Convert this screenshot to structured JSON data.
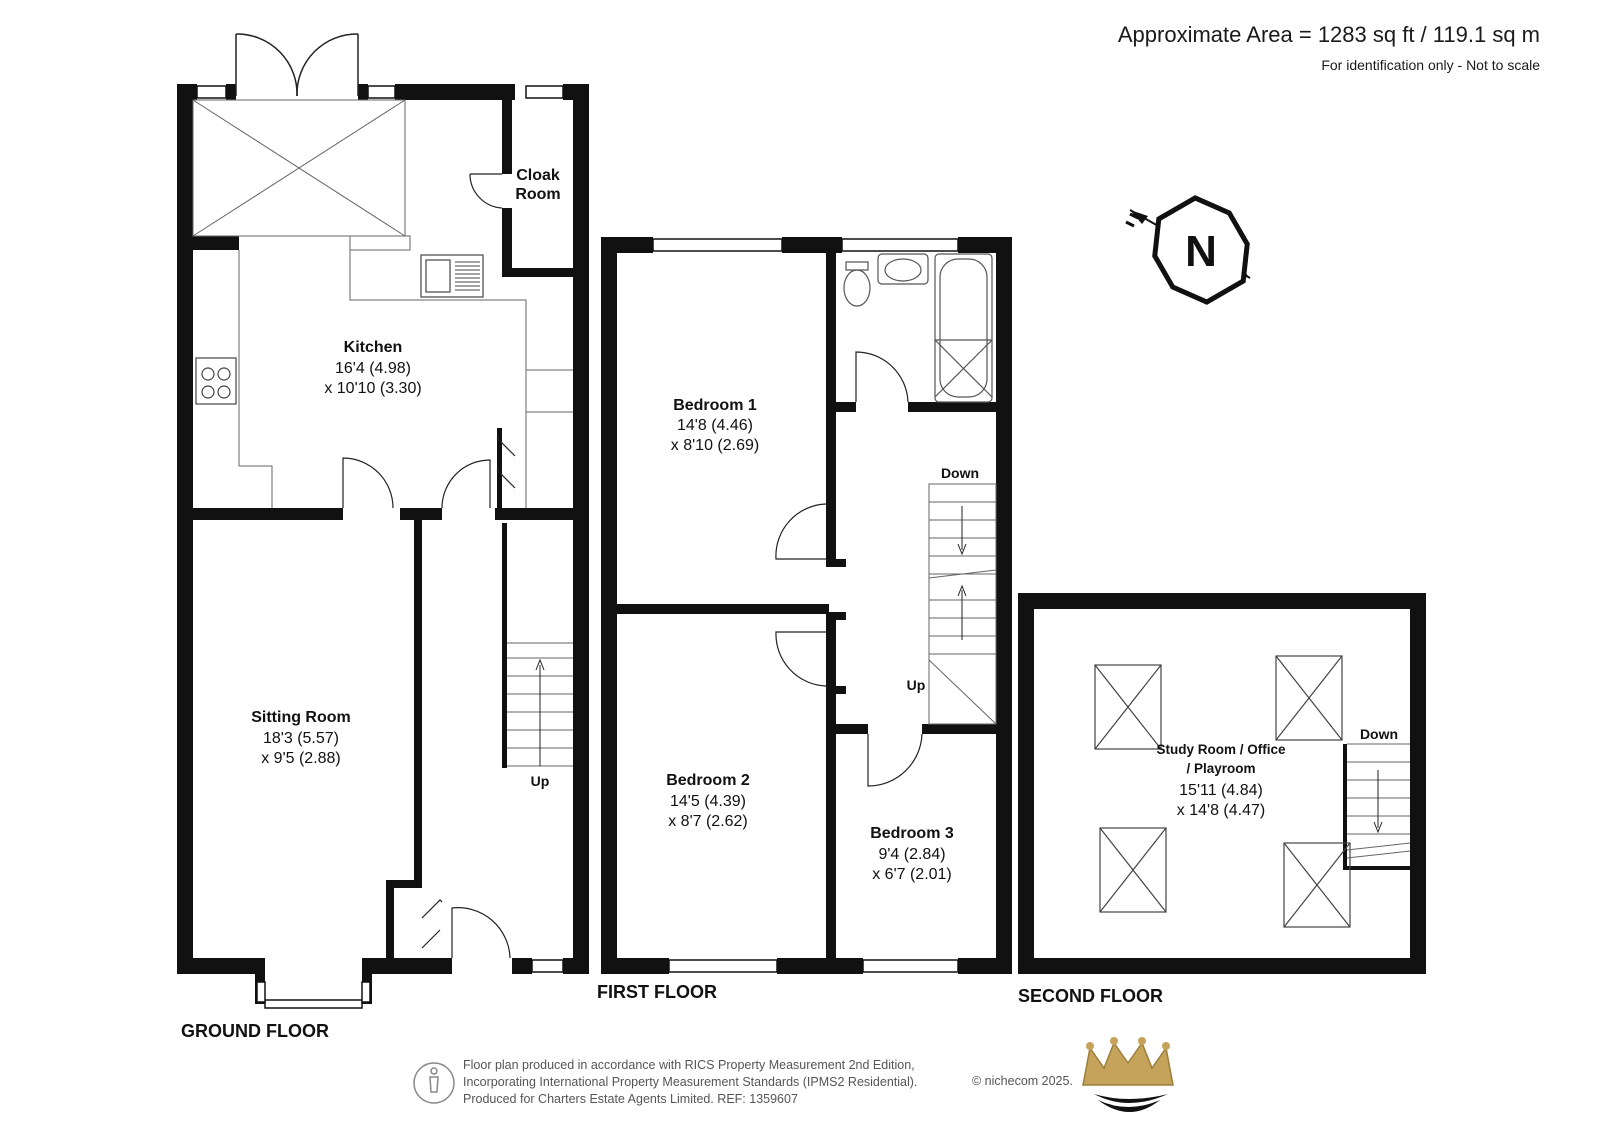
{
  "header": {
    "approx_area": "Approximate Area = 1283 sq ft / 119.1 sq m",
    "note": "For identification only - Not to scale"
  },
  "compass": {
    "letter": "N"
  },
  "floors": {
    "ground": "GROUND FLOOR",
    "first": "FIRST FLOOR",
    "second": "SECOND FLOOR"
  },
  "rooms": {
    "kitchen": {
      "name": "Kitchen",
      "dim1": "16'4 (4.98)",
      "dim2": "x 10'10 (3.30)"
    },
    "cloak": {
      "line1": "Cloak",
      "line2": "Room"
    },
    "sitting": {
      "name": "Sitting Room",
      "dim1": "18'3 (5.57)",
      "dim2": "x 9'5 (2.88)"
    },
    "bed1": {
      "name": "Bedroom 1",
      "dim1": "14'8 (4.46)",
      "dim2": "x 8'10 (2.69)"
    },
    "bed2": {
      "name": "Bedroom 2",
      "dim1": "14'5 (4.39)",
      "dim2": "x 8'7 (2.62)"
    },
    "bed3": {
      "name": "Bedroom 3",
      "dim1": "9'4 (2.84)",
      "dim2": "x 6'7 (2.01)"
    },
    "study": {
      "line1": "Study Room / Office",
      "line2": "/ Playroom",
      "dim1": "15'11 (4.84)",
      "dim2": "x 14'8 (4.47)"
    }
  },
  "stairs": {
    "up": "Up",
    "down": "Down"
  },
  "footer": {
    "line1": "Floor plan produced in accordance with RICS Property Measurement 2nd Edition,",
    "line2": "Incorporating International Property Measurement Standards (IPMS2 Residential).",
    "line3": "Produced for Charters Estate Agents Limited.   REF: 1359607",
    "copyright": "© nichecom 2025."
  },
  "colors": {
    "wall": "#111111",
    "fixture": "#555555",
    "gold": "#c5a35a"
  }
}
